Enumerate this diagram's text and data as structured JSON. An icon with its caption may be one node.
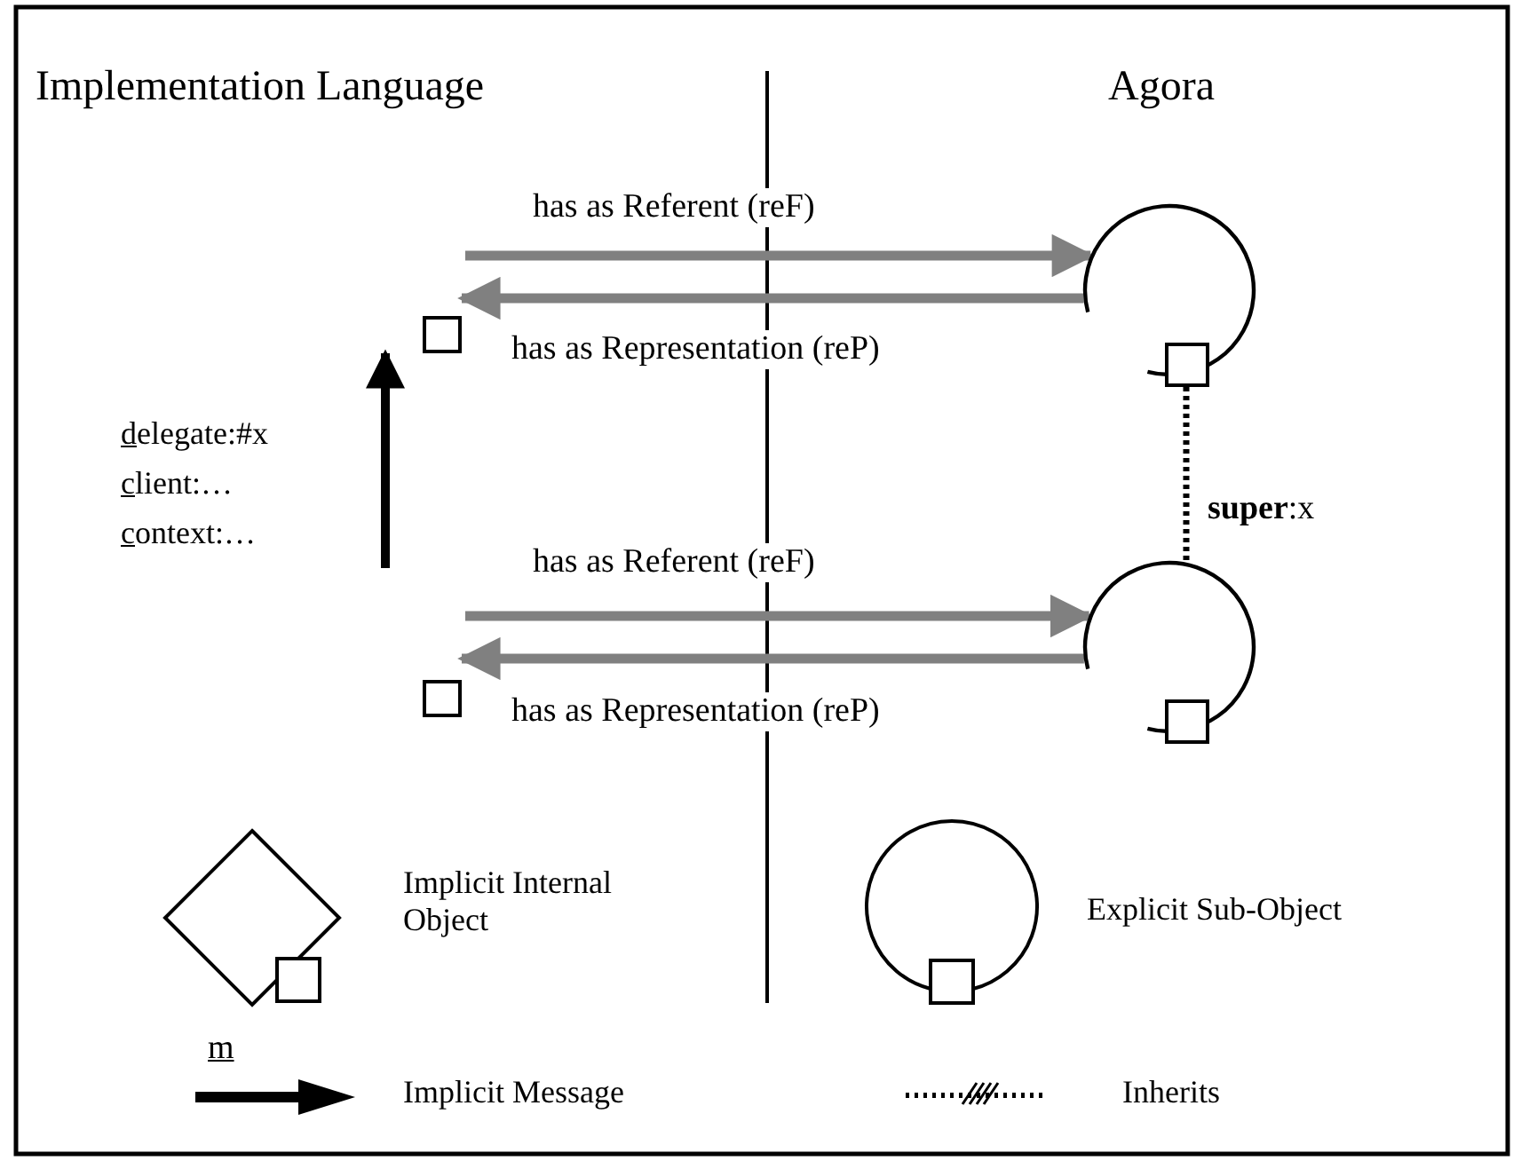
{
  "diagram": {
    "nodes": [
      {
        "text": [],
        "shape": "box"
      },
      {
        "text": [],
        "shape": "circle"
      },
      {
        "text": [],
        "shape": "box"
      },
      {
        "text": [],
        "shape": "circle"
      },
      {
        "text": [],
        "shape": "box"
      },
      {
        "text": [],
        "shape": "box"
      }
    ],
    "edges": [
      {
        "from": null,
        "to": 1,
        "arrow": "to",
        "label": "has as Referent (reF)"
      },
      {
        "from": 1,
        "to": 0,
        "arrow": "to",
        "label": "has as Representation (reP)"
      },
      {
        "from": null,
        "to": 0,
        "arrow": "to",
        "color": "#000000"
      },
      {
        "from": 2,
        "to": 3,
        "arrow": "none",
        "style": "dashed",
        "color": "#000000",
        "label": "**super**:x"
      },
      {
        "from": null,
        "to": 3,
        "arrow": "to",
        "label": "has as Referent (reF)"
      },
      {
        "from": 3,
        "to": 5,
        "arrow": "to",
        "label": "has as Representation (reP)"
      }
    ],
    "labels": [
      "Implementation Language",
      "Agora",
      "delegate:#x",
      "client:…",
      "context:…",
      "m"
    ],
    "legend": [
      {
        "text": "Implicit Internal Object"
      },
      {
        "text": "Explicit Sub-Object"
      },
      {
        "text": "Implicit Message"
      },
      {
        "text": "Inherits"
      }
    ]
  }
}
